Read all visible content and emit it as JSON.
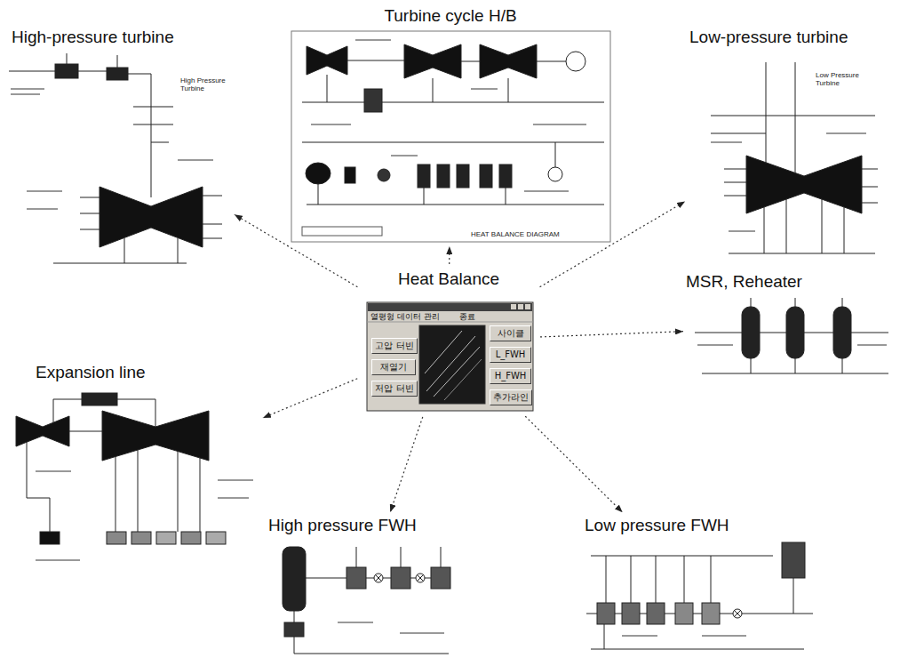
{
  "diagram": {
    "nodes": [
      {
        "text": [
          "Turbine cycle H/B"
        ]
      },
      {
        "text": [
          "High-pressure turbine"
        ]
      },
      {
        "text": [
          "Low-pressure turbine"
        ]
      },
      {
        "text": [
          "Heat Balance",
          "열평형 데이터 관리",
          "종료"
        ]
      },
      {
        "text": [
          "고압 터빈"
        ],
        "in": 3
      },
      {
        "text": [
          "재열기"
        ],
        "in": 3
      },
      {
        "text": [
          "저압 터빈"
        ],
        "in": 3
      },
      {
        "text": [
          "사이클"
        ],
        "in": 3
      },
      {
        "text": [
          "L_FWH"
        ],
        "in": 3
      },
      {
        "text": [
          "H_FWH"
        ],
        "in": 3
      },
      {
        "text": [
          "추가라인"
        ],
        "in": 3
      },
      {
        "text": [
          "MSR, Reheater"
        ]
      },
      {
        "text": [
          "Expansion line"
        ]
      },
      {
        "text": [
          "High pressure FWH"
        ]
      },
      {
        "text": [
          "Low pressure FWH"
        ]
      }
    ],
    "edges": [
      {
        "from": 3,
        "to": 0,
        "arrow": "to"
      },
      {
        "from": 3,
        "to": 1,
        "arrow": "to"
      },
      {
        "from": 3,
        "to": 2,
        "arrow": "to"
      },
      {
        "from": 3,
        "to": 11,
        "arrow": "to"
      },
      {
        "from": 3,
        "to": 12,
        "arrow": "to"
      },
      {
        "from": 3,
        "to": 13,
        "arrow": "to"
      },
      {
        "from": 3,
        "to": 14,
        "arrow": "to"
      }
    ],
    "labels": [
      "High Pressure Turbine",
      "Low Pressure Turbine",
      "HEAT BALANCE DIAGRAM"
    ]
  }
}
